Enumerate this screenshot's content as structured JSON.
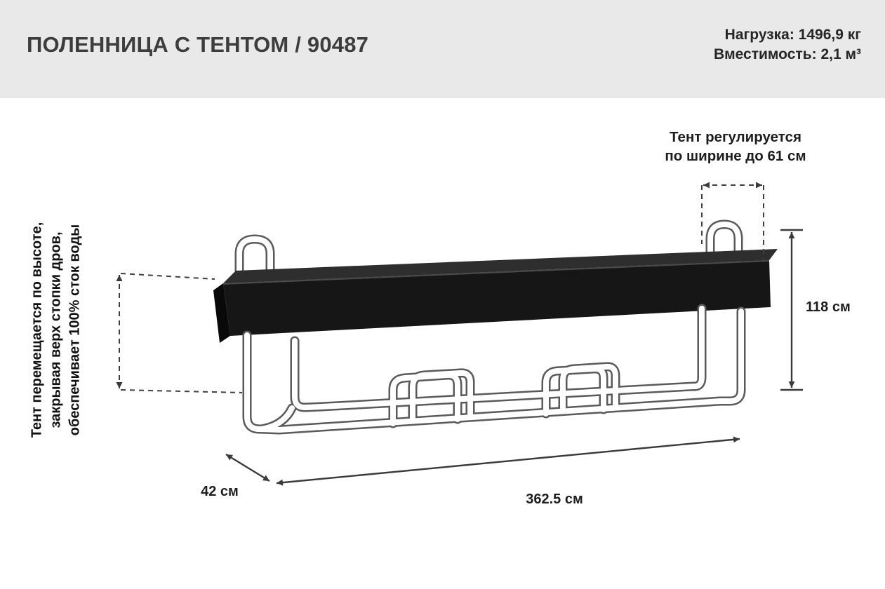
{
  "header": {
    "title": "ПОЛЕННИЦА С ТЕНТОМ / 90487",
    "load": "Нагрузка: 1496,9 кг",
    "capacity": "Вместимость: 2,1 м³"
  },
  "annotations": {
    "tent_width": {
      "line1": "Тент регулируется",
      "line2": "по ширине до 61 см"
    },
    "left_note": {
      "line1": "Тент перемещается по высоте,",
      "line2": "закрывая верх стопки дров,",
      "line3": "обеспечивает 100% сток воды"
    },
    "height_label": "118 см",
    "depth_label": "42 см",
    "length_label": "362.5 см"
  },
  "colors": {
    "header_bg": "#e9e9e9",
    "tent_front": "#161616",
    "tent_top": "#2e2e2e",
    "line": "#3a3a3a"
  }
}
